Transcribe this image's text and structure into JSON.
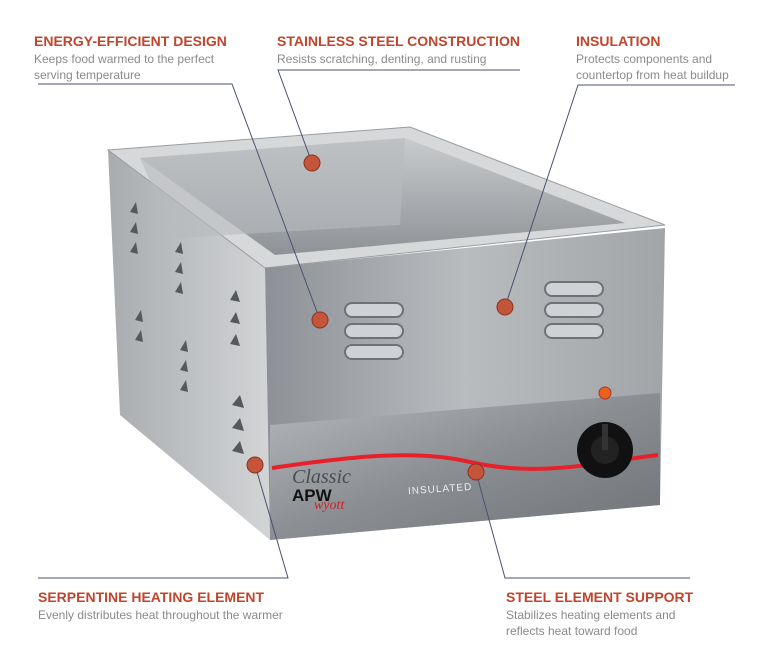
{
  "accent_color": "#c0452c",
  "dot_color": "#c4553a",
  "callouts": [
    {
      "title": "ENERGY-EFFICIENT DESIGN",
      "desc": "Keeps food warmed to the perfect serving temperature"
    },
    {
      "title": "STAINLESS STEEL CONSTRUCTION",
      "desc": "Resists scratching, denting, and rusting"
    },
    {
      "title": "INSULATION",
      "desc": "Protects components and countertop from heat buildup"
    },
    {
      "title": "SERPENTINE HEATING ELEMENT",
      "desc": "Evenly distributes heat throughout the warmer"
    },
    {
      "title": "STEEL ELEMENT SUPPORT",
      "desc": "Stabilizes heating elements and reflects heat toward food"
    }
  ],
  "product": {
    "brand_line": "Classic",
    "brand": "APW",
    "brand_script": "wyott",
    "panel_label": "INSULATED"
  }
}
